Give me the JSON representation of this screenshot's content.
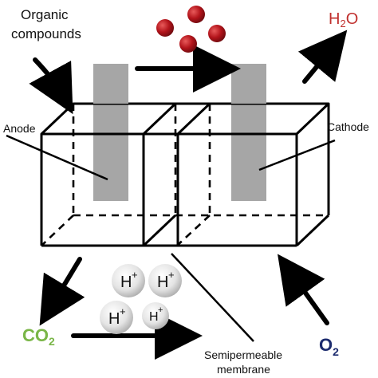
{
  "labels": {
    "organic_line1": "Organic",
    "organic_line2": "compounds",
    "anode": "Anode",
    "cathode": "Cathode",
    "water_main": "H",
    "water_sub": "2",
    "water_end": "O",
    "co2_main": "CO",
    "co2_sub": "2",
    "o2_main": "O",
    "o2_sub": "2",
    "membrane_line1": "Semipermeable",
    "membrane_line2": "membrane"
  },
  "ions": {
    "proton_main": "H",
    "proton_sup": "+",
    "proton_count": 4,
    "electron_count": 4
  },
  "colors": {
    "water": "#c0302e",
    "co2": "#7ab648",
    "o2": "#1c2b6e",
    "electrode": "#a6a6a6",
    "electron": "#b3141b",
    "line": "#000000"
  }
}
